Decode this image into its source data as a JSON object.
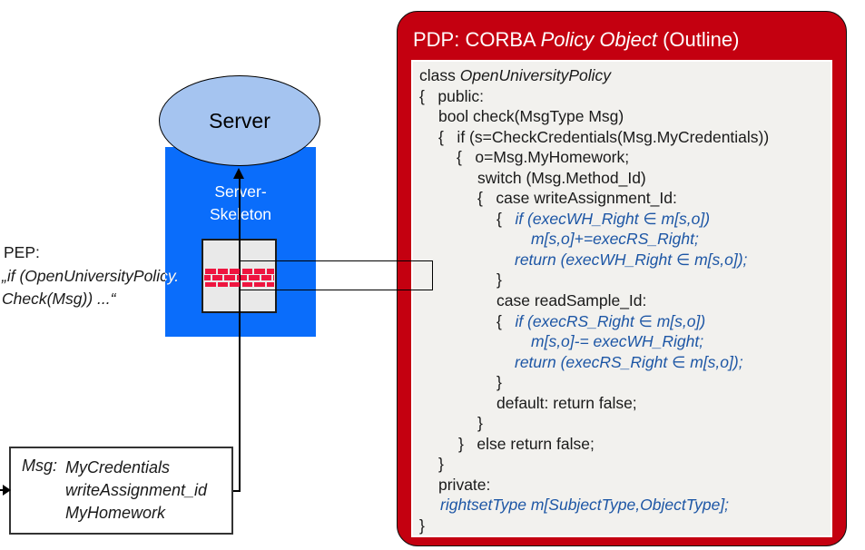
{
  "colors": {
    "blue_rect": "#0a6dfb",
    "ellipse_fill": "#a5c4f0",
    "panel_red": "#c40010",
    "brick_red": "#ee1540",
    "code_blue": "#1d56a5",
    "code_bg": "#f2f1ee",
    "firewall_bg": "#e9e9e9"
  },
  "server": {
    "label": "Server",
    "skeleton_line1": "Server-",
    "skeleton_line2": "Skeleton"
  },
  "pep": {
    "label": "PEP:",
    "code_line1": "„if (OpenUniversityPolicy.",
    "code_line2": "Check(Msg)) ...“"
  },
  "msg_box": {
    "title": "Msg:",
    "lines": [
      "MyCredentials",
      "writeAssignment_id",
      "MyHomework"
    ]
  },
  "pdp_panel": {
    "title_prefix": "PDP: CORBA ",
    "title_italic": "Policy Object",
    "title_suffix": " (Outline)",
    "code_lines": [
      {
        "pad": 7,
        "seg": [
          {
            "t": "class ",
            "s": "n"
          },
          {
            "t": "OpenUniversityPolicy",
            "s": "ib"
          }
        ]
      },
      {
        "pad": 7,
        "seg": [
          {
            "t": "{   public:",
            "s": "n"
          }
        ]
      },
      {
        "pad": 28,
        "seg": [
          {
            "t": "bool check(MsgType Msg)",
            "s": "n"
          }
        ]
      },
      {
        "pad": 28,
        "seg": [
          {
            "t": "{   if (s=CheckCredentials(Msg.MyCredentials))",
            "s": "n"
          }
        ]
      },
      {
        "pad": 48,
        "seg": [
          {
            "t": "{   o=Msg.MyHomework;",
            "s": "n"
          }
        ]
      },
      {
        "pad": 71,
        "seg": [
          {
            "t": "switch (Msg.Method_Id)",
            "s": "n"
          }
        ]
      },
      {
        "pad": 71,
        "seg": [
          {
            "t": "{   case writeAssignment_Id:",
            "s": "n"
          }
        ]
      },
      {
        "pad": 92,
        "seg": [
          {
            "t": "{   ",
            "s": "n"
          },
          {
            "t": "if (execWH_Right ∈ m[s,o])",
            "s": "ibl"
          }
        ]
      },
      {
        "pad": 130,
        "seg": [
          {
            "t": "m[s,o]+=execRS_Right;",
            "s": "ibl"
          }
        ]
      },
      {
        "pad": 112,
        "seg": [
          {
            "t": "return (execWH_Right ∈ m[s,o]);",
            "s": "ibl"
          }
        ]
      },
      {
        "pad": 92,
        "seg": [
          {
            "t": "}",
            "s": "n"
          }
        ]
      },
      {
        "pad": 92,
        "seg": [
          {
            "t": "case readSample_Id:",
            "s": "n"
          }
        ]
      },
      {
        "pad": 92,
        "seg": [
          {
            "t": "{   ",
            "s": "n"
          },
          {
            "t": "if (execRS_Right ∈ m[s,o])",
            "s": "ibl"
          }
        ]
      },
      {
        "pad": 130,
        "seg": [
          {
            "t": "m[s,o]-= execWH_Right;",
            "s": "ibl"
          }
        ]
      },
      {
        "pad": 112,
        "seg": [
          {
            "t": "return (execRS_Right ∈ m[s,o]);",
            "s": "ibl"
          }
        ]
      },
      {
        "pad": 92,
        "seg": [
          {
            "t": "}",
            "s": "n"
          }
        ]
      },
      {
        "pad": 92,
        "seg": [
          {
            "t": "default: return false;",
            "s": "n"
          }
        ]
      },
      {
        "pad": 71,
        "seg": [
          {
            "t": "}",
            "s": "n"
          }
        ]
      },
      {
        "pad": 50,
        "seg": [
          {
            "t": "}   else return false;",
            "s": "n"
          }
        ]
      },
      {
        "pad": 28,
        "seg": [
          {
            "t": "}",
            "s": "n"
          }
        ]
      },
      {
        "pad": 28,
        "seg": [
          {
            "t": "private:",
            "s": "n"
          }
        ]
      },
      {
        "pad": 30,
        "seg": [
          {
            "t": "rightsetType m[SubjectType,ObjectType];",
            "s": "ibl"
          }
        ]
      },
      {
        "pad": 7,
        "seg": [
          {
            "t": "}",
            "s": "n"
          }
        ]
      }
    ]
  },
  "bricks": {
    "rows": 3,
    "per_row": 8,
    "row_offsets": [
      1,
      -5,
      1
    ]
  }
}
